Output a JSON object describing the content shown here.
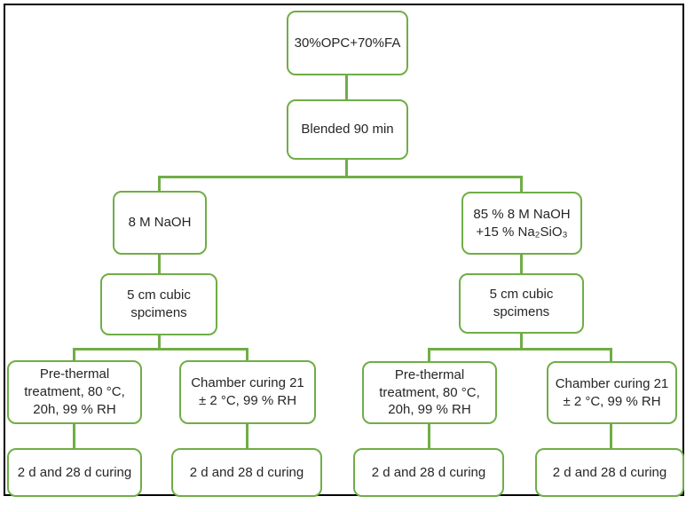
{
  "colors": {
    "node_border": "#70AD47",
    "connector": "#70AD47",
    "frame_border": "#000000",
    "text": "#262626",
    "background": "#FFFFFF"
  },
  "diagram": {
    "root": "30%OPC+70%FA",
    "blend": "Blended 90 min",
    "branches": [
      {
        "activator": "8 M NaOH",
        "specimens": "5 cm cubic\nspcimens",
        "treatments": [
          {
            "label": "Pre-thermal\ntreatment, 80 °C,\n20h, 99 % RH",
            "result": "2 d and 28 d curing"
          },
          {
            "label": "Chamber curing 21\n± 2 °C, 99 % RH",
            "result": "2 d and 28 d curing"
          }
        ]
      },
      {
        "activator": "85 % 8 M NaOH\n+15 % Na₂SiO₃",
        "specimens": "5 cm cubic\nspcimens",
        "treatments": [
          {
            "label": "Pre-thermal\ntreatment, 80 °C,\n20h, 99 % RH",
            "result": "2 d and 28 d curing"
          },
          {
            "label": "Chamber curing 21\n± 2 °C, 99 % RH",
            "result": "2 d and 28 d curing"
          }
        ]
      }
    ]
  }
}
